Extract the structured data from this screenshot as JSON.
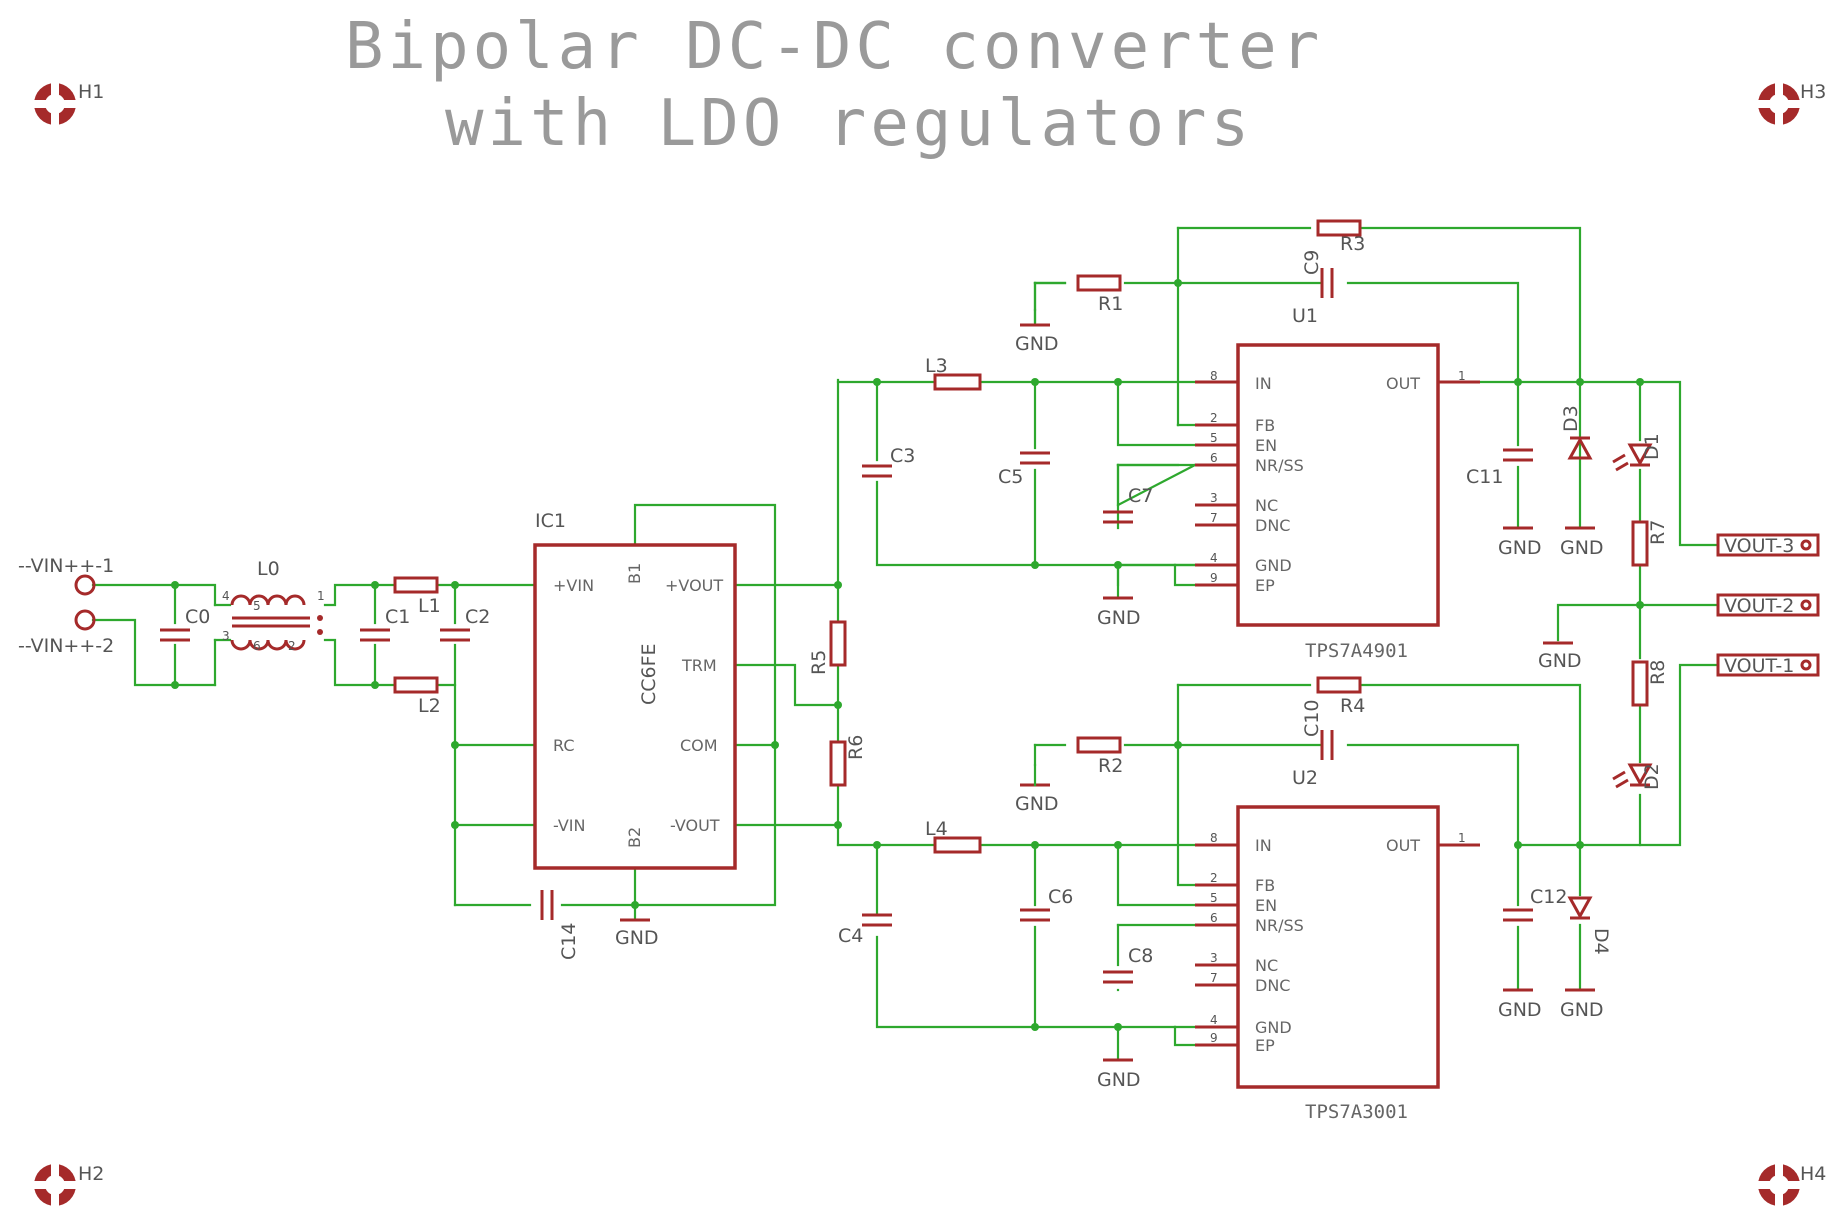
{
  "title": {
    "line1": "Bipolar DC-DC converter",
    "line2": "with LDO regulators"
  },
  "holes": [
    "H1",
    "H2",
    "H3",
    "H4"
  ],
  "inputs": [
    "--VIN++-1",
    "--VIN++-2"
  ],
  "outputs": [
    "VOUT-3",
    "VOUT-2",
    "VOUT-1"
  ],
  "gnd": "GND",
  "ic1": {
    "ref": "IC1",
    "value": "CC6FE",
    "pins": {
      "vin_p": "+VIN",
      "b1": "B1",
      "vout_p": "+VOUT",
      "trm": "TRM",
      "rc": "RC",
      "com": "COM",
      "vin_n": "-VIN",
      "b2": "B2",
      "vout_n": "-VOUT"
    }
  },
  "u1": {
    "ref": "U1",
    "value": "TPS7A4901"
  },
  "u2": {
    "ref": "U2",
    "value": "TPS7A3001"
  },
  "ldo_pins": {
    "in": "IN",
    "fb": "FB",
    "en": "EN",
    "nrss": "NR/SS",
    "nc": "NC",
    "dnc": "DNC",
    "gndp": "GND",
    "ep": "EP",
    "out": "OUT",
    "n_in": "8",
    "n_fb": "2",
    "n_en": "5",
    "n_nrss": "6",
    "n_nc": "3",
    "n_dnc": "7",
    "n_gnd": "4",
    "n_ep": "9",
    "n_out": "1"
  },
  "l0": {
    "ref": "L0",
    "p1": "1",
    "p2": "2",
    "p3": "3",
    "p4": "4",
    "p5": "5",
    "p6": "6"
  },
  "refs": {
    "C0": "C0",
    "C1": "C1",
    "C2": "C2",
    "C3": "C3",
    "C4": "C4",
    "C5": "C5",
    "C6": "C6",
    "C7": "C7",
    "C8": "C8",
    "C9": "C9",
    "C10": "C10",
    "C11": "C11",
    "C12": "C12",
    "C14": "C14",
    "L1": "L1",
    "L2": "L2",
    "L3": "L3",
    "L4": "L4",
    "R1": "R1",
    "R2": "R2",
    "R3": "R3",
    "R4": "R4",
    "R5": "R5",
    "R6": "R6",
    "R7": "R7",
    "R8": "R8",
    "D1": "D1",
    "D2": "D2",
    "D3": "D3",
    "D4": "D4"
  }
}
